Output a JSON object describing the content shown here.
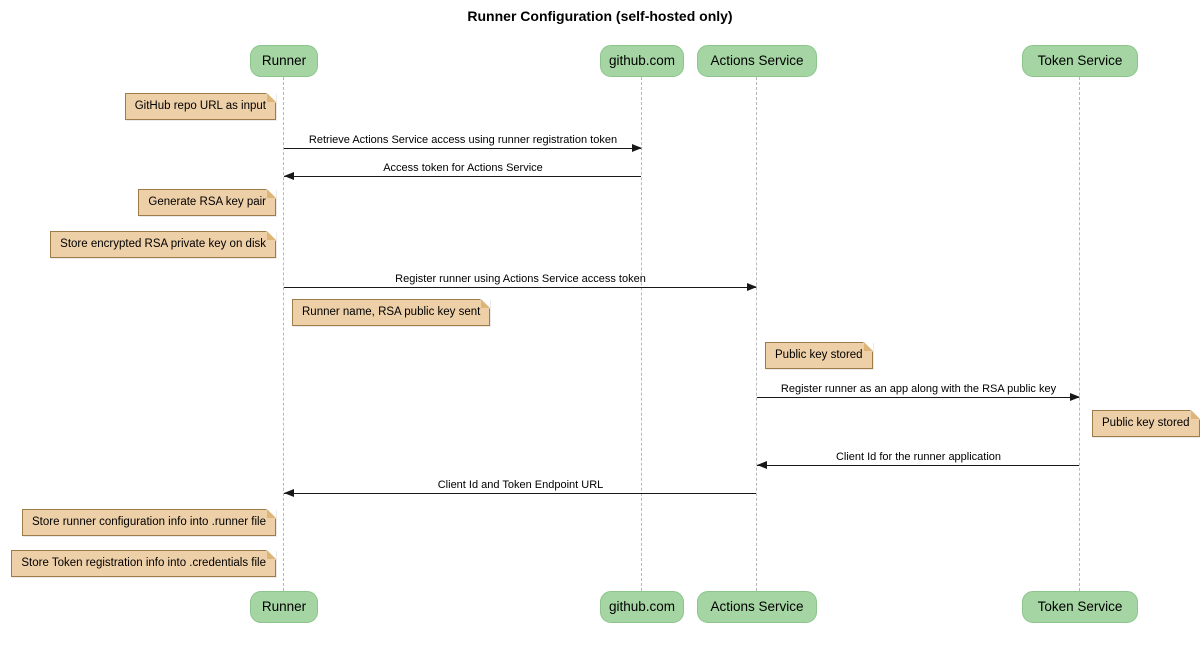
{
  "title": "Runner Configuration (self-hosted only)",
  "diagram_type": "sequence-diagram",
  "colors": {
    "participant_fill": "#A5D5A3",
    "participant_border": "#8CC48C",
    "note_fill": "#EDCFA8",
    "note_border": "#9E7C49",
    "note_fold": "#DDB579",
    "lifeline": "#B8B8B8",
    "arrow": "#181818",
    "text": "#000000",
    "background": "#FFFFFF"
  },
  "participants": [
    {
      "label": "Runner"
    },
    {
      "label": "github.com"
    },
    {
      "label": "Actions Service"
    },
    {
      "label": "Token Service"
    }
  ],
  "notes": [
    {
      "text": "GitHub repo URL as input",
      "anchor": "left of Runner"
    },
    {
      "text": "Generate RSA key pair",
      "anchor": "left of Runner"
    },
    {
      "text": "Store encrypted RSA private key on disk",
      "anchor": "left of Runner"
    },
    {
      "text": "Runner name, RSA public key sent",
      "anchor": "right of Runner"
    },
    {
      "text": "Public key stored",
      "anchor": "right of Actions Service"
    },
    {
      "text": "Public key stored",
      "anchor": "right of Token Service"
    },
    {
      "text": "Store runner configuration info into .runner file",
      "anchor": "left of Runner"
    },
    {
      "text": "Store Token registration info into .credentials file",
      "anchor": "left of Runner"
    }
  ],
  "messages": [
    {
      "text": "Retrieve Actions Service access using runner registration token",
      "from": "Runner",
      "to": "github.com"
    },
    {
      "text": "Access token for Actions Service",
      "from": "github.com",
      "to": "Runner"
    },
    {
      "text": "Register runner using Actions Service access token",
      "from": "Runner",
      "to": "Actions Service"
    },
    {
      "text": "Register runner as an app along with the RSA public key",
      "from": "Actions Service",
      "to": "Token Service"
    },
    {
      "text": "Client Id for the runner application",
      "from": "Token Service",
      "to": "Actions Service"
    },
    {
      "text": "Client Id and Token Endpoint URL",
      "from": "Actions Service",
      "to": "Runner"
    }
  ]
}
